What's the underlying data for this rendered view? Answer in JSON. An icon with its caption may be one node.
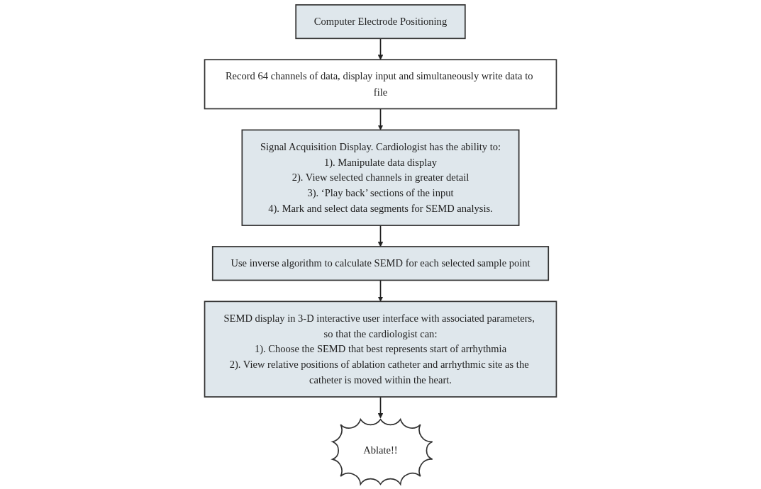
{
  "diagram": {
    "nodes": [
      {
        "text": [
          "Computer Electrode Positioning"
        ]
      },
      {
        "text": [
          "Record 64 channels of data, display input and simultaneously write data to file"
        ]
      },
      {
        "text": [
          "Signal Acquisition Display. Cardiologist has the ability to:",
          "1). Manipulate data display",
          "2). View selected channels in greater detail",
          "3). ‘Play back’ sections of the input",
          "4). Mark and select data segments for SEMD analysis."
        ]
      },
      {
        "text": [
          "Use inverse algorithm to calculate SEMD for each selected sample point"
        ]
      },
      {
        "text": [
          "SEMD display in 3-D interactive user interface with associated parameters, so that the cardiologist can:",
          "1). Choose the SEMD that best represents start of arrhythmia",
          "2). View relative positions of ablation catheter and arrhythmic site as the catheter is moved within the heart."
        ]
      },
      {
        "text": [
          "Ablate!!"
        ]
      }
    ],
    "edges": [
      {
        "from": 0,
        "to": 1,
        "arrow": "to"
      },
      {
        "from": 1,
        "to": 2,
        "arrow": "to"
      },
      {
        "from": 2,
        "to": 3,
        "arrow": "to"
      },
      {
        "from": 3,
        "to": 4,
        "arrow": "to"
      },
      {
        "from": 4,
        "to": 5,
        "arrow": "to"
      }
    ]
  }
}
